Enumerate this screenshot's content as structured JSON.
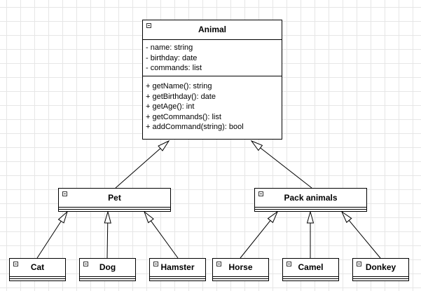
{
  "diagram": {
    "animal": {
      "name": "Animal",
      "attributes": [
        "- name: string",
        "- birthday: date",
        "- commands: list"
      ],
      "operations": [
        "+ getName(): string",
        "+ getBirthday(): date",
        "+ getAge(): int",
        "+ getCommands(): list",
        "+ addCommand(string): bool"
      ]
    },
    "pet": {
      "name": "Pet"
    },
    "pack": {
      "name": "Pack animals"
    },
    "leaves": {
      "cat": "Cat",
      "dog": "Dog",
      "hamster": "Hamster",
      "horse": "Horse",
      "camel": "Camel",
      "donkey": "Donkey"
    },
    "relations": [
      {
        "from": "pet",
        "to": "animal",
        "type": "inheritance"
      },
      {
        "from": "pack",
        "to": "animal",
        "type": "inheritance"
      },
      {
        "from": "cat",
        "to": "pet",
        "type": "inheritance"
      },
      {
        "from": "dog",
        "to": "pet",
        "type": "inheritance"
      },
      {
        "from": "hamster",
        "to": "pet",
        "type": "inheritance"
      },
      {
        "from": "horse",
        "to": "pack",
        "type": "inheritance"
      },
      {
        "from": "camel",
        "to": "pack",
        "type": "inheritance"
      },
      {
        "from": "donkey",
        "to": "pack",
        "type": "inheritance"
      }
    ]
  }
}
